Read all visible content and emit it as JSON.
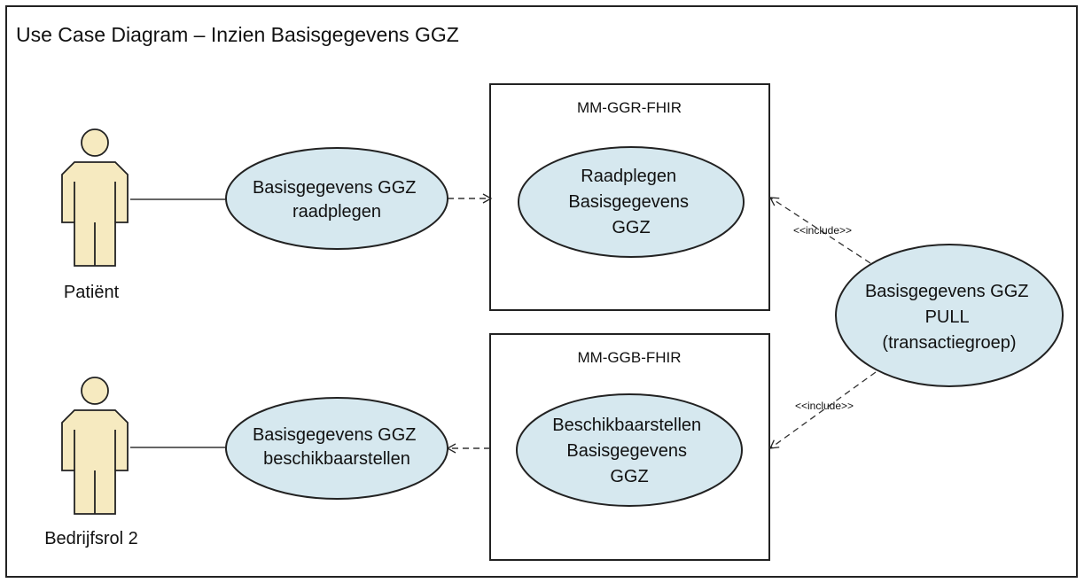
{
  "diagram": {
    "title": "Use Case Diagram – Inzien Basisgegevens GGZ",
    "actors": {
      "patient": "Patiënt",
      "role2": "Bedrijfsrol 2"
    },
    "usecases": {
      "uc_raadplegen": [
        "Basisgegevens GGZ",
        "raadplegen"
      ],
      "uc_beschikbaar": [
        "Basisgegevens GGZ",
        "beschikbaarstellen"
      ],
      "uc_sys_raadplegen": [
        "Raadplegen",
        "Basisgegevens",
        "GGZ"
      ],
      "uc_sys_beschikbaar": [
        "Beschikbaarstellen",
        "Basisgegevens",
        "GGZ"
      ],
      "uc_pull": [
        "Basisgegevens GGZ",
        "PULL",
        "(transactiegroep)"
      ]
    },
    "systems": {
      "ggr": "MM-GGR-FHIR",
      "ggb": "MM-GGB-FHIR"
    },
    "include_label": "<<include>>",
    "colors": {
      "usecase_fill": "#d6e8ef",
      "actor_fill": "#f6eac0",
      "stroke": "#222222"
    }
  }
}
